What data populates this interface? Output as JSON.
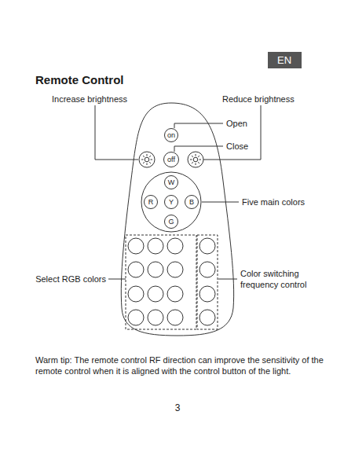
{
  "diagram": {
    "title": "Remote Control",
    "nodes": [
      {
        "text": [
          "EN"
        ]
      },
      {
        "text": [
          "on"
        ]
      },
      {
        "text": [
          "off"
        ]
      },
      {
        "text": [
          "W"
        ]
      },
      {
        "text": [
          "R"
        ]
      },
      {
        "text": [
          "Y"
        ]
      },
      {
        "text": [
          "B"
        ]
      },
      {
        "text": [
          "G"
        ]
      }
    ],
    "labels": [
      "Increase brightness",
      "Reduce brightness",
      "Open",
      "Close",
      "Five main colors",
      "Select RGB colors",
      "Color switching frequency control",
      "Warm tip: The remote control RF direction can improve the sensitivity of the remote control when it is aligned with the control button of the light.",
      "3"
    ]
  }
}
